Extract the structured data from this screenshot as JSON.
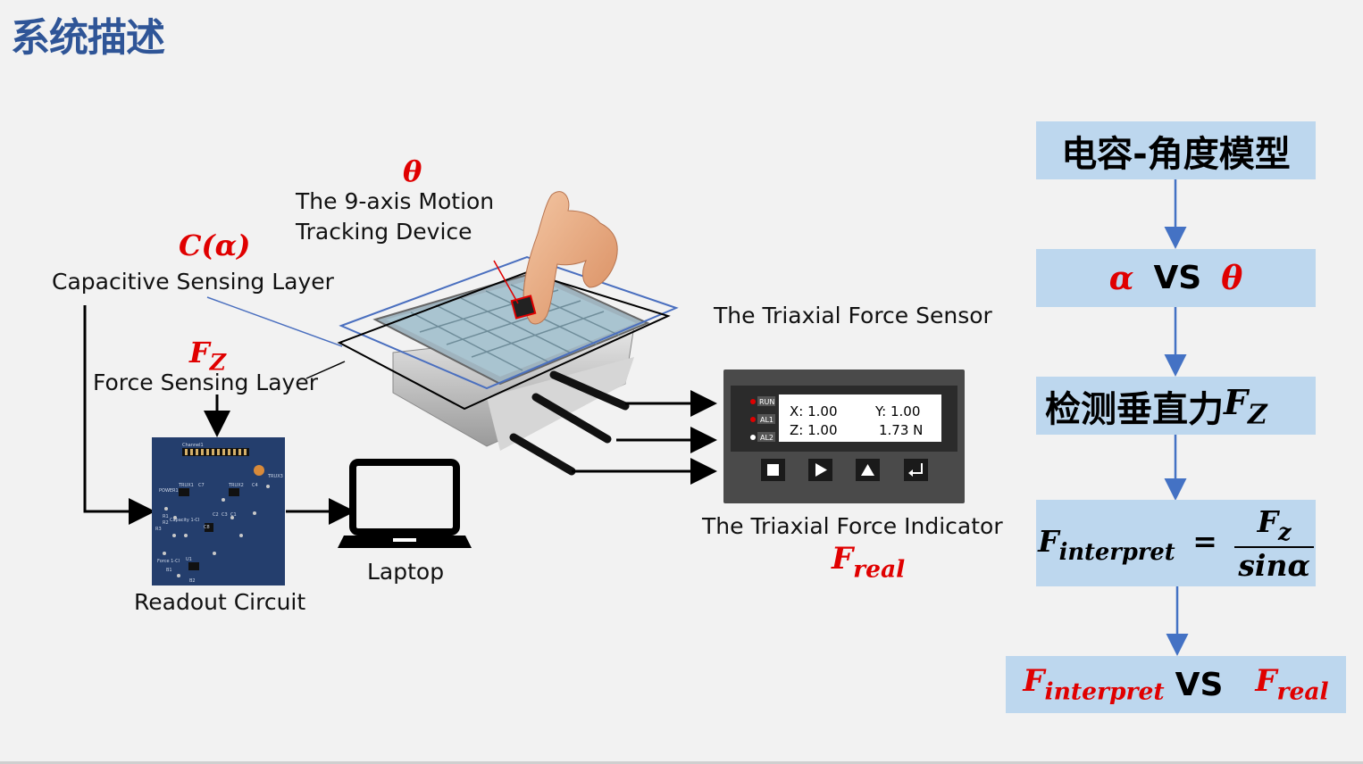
{
  "title": "系统描述",
  "labels": {
    "motion_device_line1": "The 9-axis Motion",
    "motion_device_line2": "Tracking Device",
    "capacitive_layer": "Capacitive Sensing  Layer",
    "force_layer": "Force Sensing Layer",
    "force_sensor": "The Triaxial Force Sensor",
    "readout_circuit": "Readout Circuit",
    "laptop": "Laptop",
    "force_indicator": "The Triaxial Force Indicator"
  },
  "math": {
    "theta": "θ",
    "alpha": "α",
    "c_alpha_C": "C",
    "c_alpha_arg": "(α)",
    "F": "F",
    "sub_z_upper": "Z",
    "sub_z": "z",
    "sub_real": "real",
    "sub_interpret": "interpret",
    "eq": "=",
    "sin_alpha": "sinα"
  },
  "indicator": {
    "x": "X: 1.00",
    "y": "Y: 1.00",
    "z": "Z: 1.00",
    "force": "1.73 N",
    "led1": "RUN",
    "led2": "AL1",
    "led3": "AL2"
  },
  "circuit_labels": {
    "channel": "Channel1",
    "power": "POWER1",
    "trux1": "TRUX1",
    "trux2": "TRUX2",
    "trux3": "TRUX3",
    "c7": "C7",
    "c4": "C4",
    "c1": "C1",
    "c2": "C2",
    "c3": "C3",
    "c8": "C8",
    "r1": "R1",
    "r2": "R2",
    "r3": "R3",
    "capacity": "Capacity 1-Cl",
    "force": "Force 1-Cl",
    "u1": "U1",
    "b1": "B1",
    "b2": "B2"
  },
  "flow": {
    "box1": "电容-角度模型",
    "box2_vs": "VS",
    "box3": "检测垂直力",
    "box5_vs": "VS"
  },
  "colors": {
    "title": "#2f5597",
    "box_fill": "#bdd7ee",
    "arrow": "#4472c4",
    "math_red": "#e00000"
  },
  "icons": [
    "hand-pointer-icon",
    "laptop-icon",
    "stop-icon",
    "play-icon",
    "up-icon",
    "enter-icon"
  ]
}
